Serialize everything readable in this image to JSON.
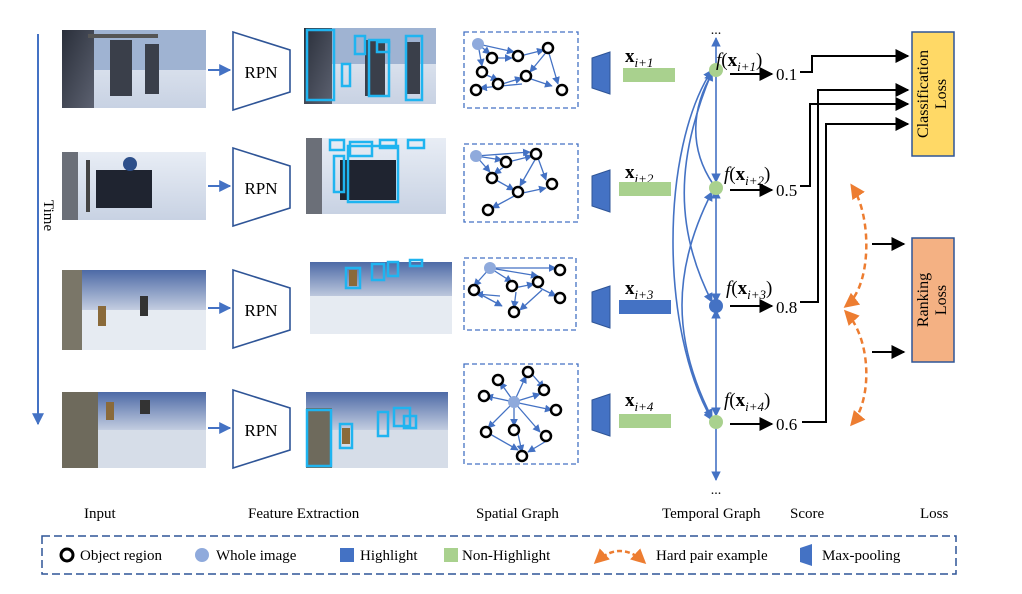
{
  "time_label": "Time",
  "rpn_label": "RPN",
  "stage_titles": {
    "input": "Input",
    "feature": "Feature Extraction",
    "spatial": "Spatial Graph",
    "temporal": "Temporal Graph",
    "score": "Score",
    "loss": "Loss"
  },
  "features": [
    {
      "var": "x",
      "sub": "i+1",
      "type": "Non-Highlight"
    },
    {
      "var": "x",
      "sub": "i+2",
      "type": "Non-Highlight"
    },
    {
      "var": "x",
      "sub": "i+3",
      "type": "Highlight"
    },
    {
      "var": "x",
      "sub": "i+4",
      "type": "Non-Highlight"
    }
  ],
  "functions": [
    {
      "f": "f",
      "var": "x",
      "sub": "i+1"
    },
    {
      "f": "f",
      "var": "x",
      "sub": "i+2"
    },
    {
      "f": "f",
      "var": "x",
      "sub": "i+3"
    },
    {
      "f": "f",
      "var": "x",
      "sub": "i+4"
    }
  ],
  "scores": [
    "0.1",
    "0.5",
    "0.8",
    "0.6"
  ],
  "ellipsis": "...",
  "loss_boxes": {
    "classification_line1": "Classification",
    "classification_line2": "Loss",
    "ranking_line1": "Ranking",
    "ranking_line2": "Loss"
  },
  "legend": {
    "object_region": "Object region",
    "whole_image": "Whole image",
    "highlight": "Highlight",
    "non_highlight": "Non-Highlight",
    "hard_pair": "Hard pair example",
    "max_pooling": "Max-pooling"
  },
  "colors": {
    "arrow_blue": "#4472c4",
    "highlight": "#4472c4",
    "non_highlight": "#a9d18e",
    "whole_image": "#8faadc",
    "classification_box": "#ffd966",
    "ranking_box": "#f4b183",
    "hard_pair": "#ed7d31",
    "bbox": "#1fb4f0"
  }
}
